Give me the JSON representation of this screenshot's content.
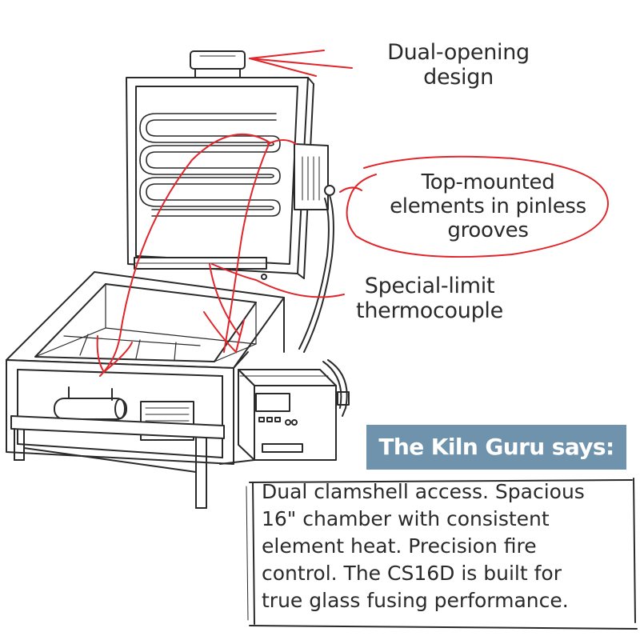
{
  "callouts": {
    "dual_line1": "Dual-opening",
    "dual_line2": "design",
    "top_line1": "Top-mounted",
    "top_line2": "elements in pinless",
    "top_line3": "grooves",
    "tc_line1": "Special-limit",
    "tc_line2": "thermocouple"
  },
  "guru": {
    "badge": "The Kiln Guru says:",
    "lines": [
      "Dual clamshell access. Spacious",
      "16\" chamber with consistent",
      "element heat. Precision fire",
      "control. The CS16D is built for",
      "true glass fusing performance."
    ]
  },
  "colors": {
    "ink": "#2a2a2a",
    "annotation_red": "#e0262b",
    "badge_blue": "#6f93ad"
  }
}
